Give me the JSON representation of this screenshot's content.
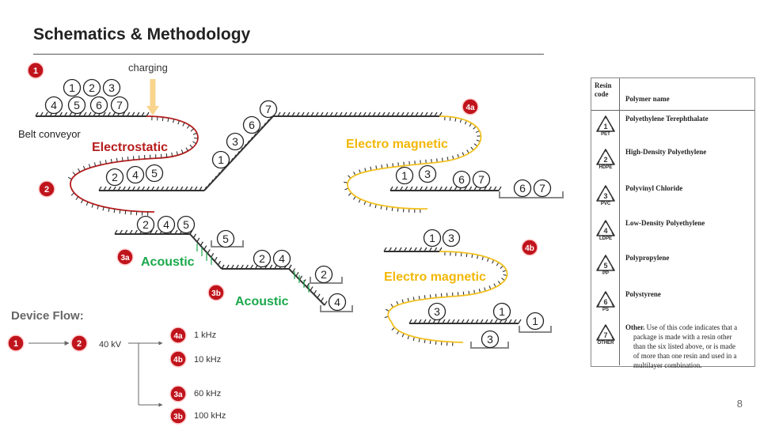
{
  "slide": {
    "title": "Schematics & Methodology",
    "page_number": "8"
  },
  "colors": {
    "badge_red": "#c0141c",
    "electrostatic_red": "#b71c1c",
    "electromagnetic_yellow": "#f2c01e",
    "acoustic_green": "#1aa84b",
    "charging_arrow": "#f9d48c",
    "hatch": "#333333"
  },
  "diagram": {
    "labels": {
      "charging": "charging",
      "belt_conveyor": "Belt conveyor",
      "electrostatic": "Electrostatic",
      "electromagnetic_top": "Electro magnetic",
      "electromagnetic_bottom": "Electro magnetic",
      "acoustic_a": "Acoustic",
      "acoustic_b": "Acoustic"
    },
    "stage_badges": {
      "s1": "1",
      "s2": "2",
      "s3a": "3a",
      "s3b": "3b",
      "s4a": "4a",
      "s4b": "4b"
    },
    "circles": {
      "feed": [
        "1",
        "2",
        "3",
        "4",
        "5",
        "6",
        "7"
      ],
      "ramp": [
        "1",
        "3",
        "6",
        "7"
      ],
      "after_electrostatic": [
        "2",
        "4",
        "5"
      ],
      "lower_belt": [
        "2",
        "4",
        "5"
      ],
      "acoustic_a_out": "5",
      "mid_belt": [
        "2",
        "4"
      ],
      "acoustic_b_out_top": "2",
      "acoustic_b_out_bottom": "4",
      "em_top_belt": [
        "1",
        "3",
        "6",
        "7"
      ],
      "em_top_out": [
        "6",
        "7"
      ],
      "em_bottom_in": [
        "1",
        "3"
      ],
      "em_bottom_belt": [
        "3",
        "1"
      ],
      "em_bottom_out_right": "1",
      "em_bottom_out_bin": "3"
    }
  },
  "device_flow": {
    "title": "Device Flow:",
    "start": "1",
    "next": "2",
    "voltage": "40 kV",
    "branches": [
      {
        "badge": "4a",
        "freq": "1 kHz"
      },
      {
        "badge": "4b",
        "freq": "10 kHz"
      },
      {
        "badge": "3a",
        "freq": "60 kHz"
      },
      {
        "badge": "3b",
        "freq": "100 kHz"
      }
    ]
  },
  "resin_table": {
    "header": {
      "code": "Resin code",
      "name": "Polymer name"
    },
    "rows": [
      {
        "num": "1",
        "abbr": "PET",
        "name": "Polyethylene Terephthalate"
      },
      {
        "num": "2",
        "abbr": "HDPE",
        "name": "High-Density Polyethylene"
      },
      {
        "num": "3",
        "abbr": "PVC",
        "name": "Polyvinyl Chloride"
      },
      {
        "num": "4",
        "abbr": "LDPE",
        "name": "Low-Density Polyethylene"
      },
      {
        "num": "5",
        "abbr": "PP",
        "name": "Polypropylene"
      },
      {
        "num": "6",
        "abbr": "PS",
        "name": "Polystyrene"
      },
      {
        "num": "7",
        "abbr": "OTHER",
        "name": "Other.",
        "desc": "Use of this code indicates that a",
        "desc_lines": [
          "package is made with a resin other",
          "than the six listed above, or is made",
          "of more than one resin and used in a",
          "multilayer combination."
        ]
      }
    ]
  }
}
